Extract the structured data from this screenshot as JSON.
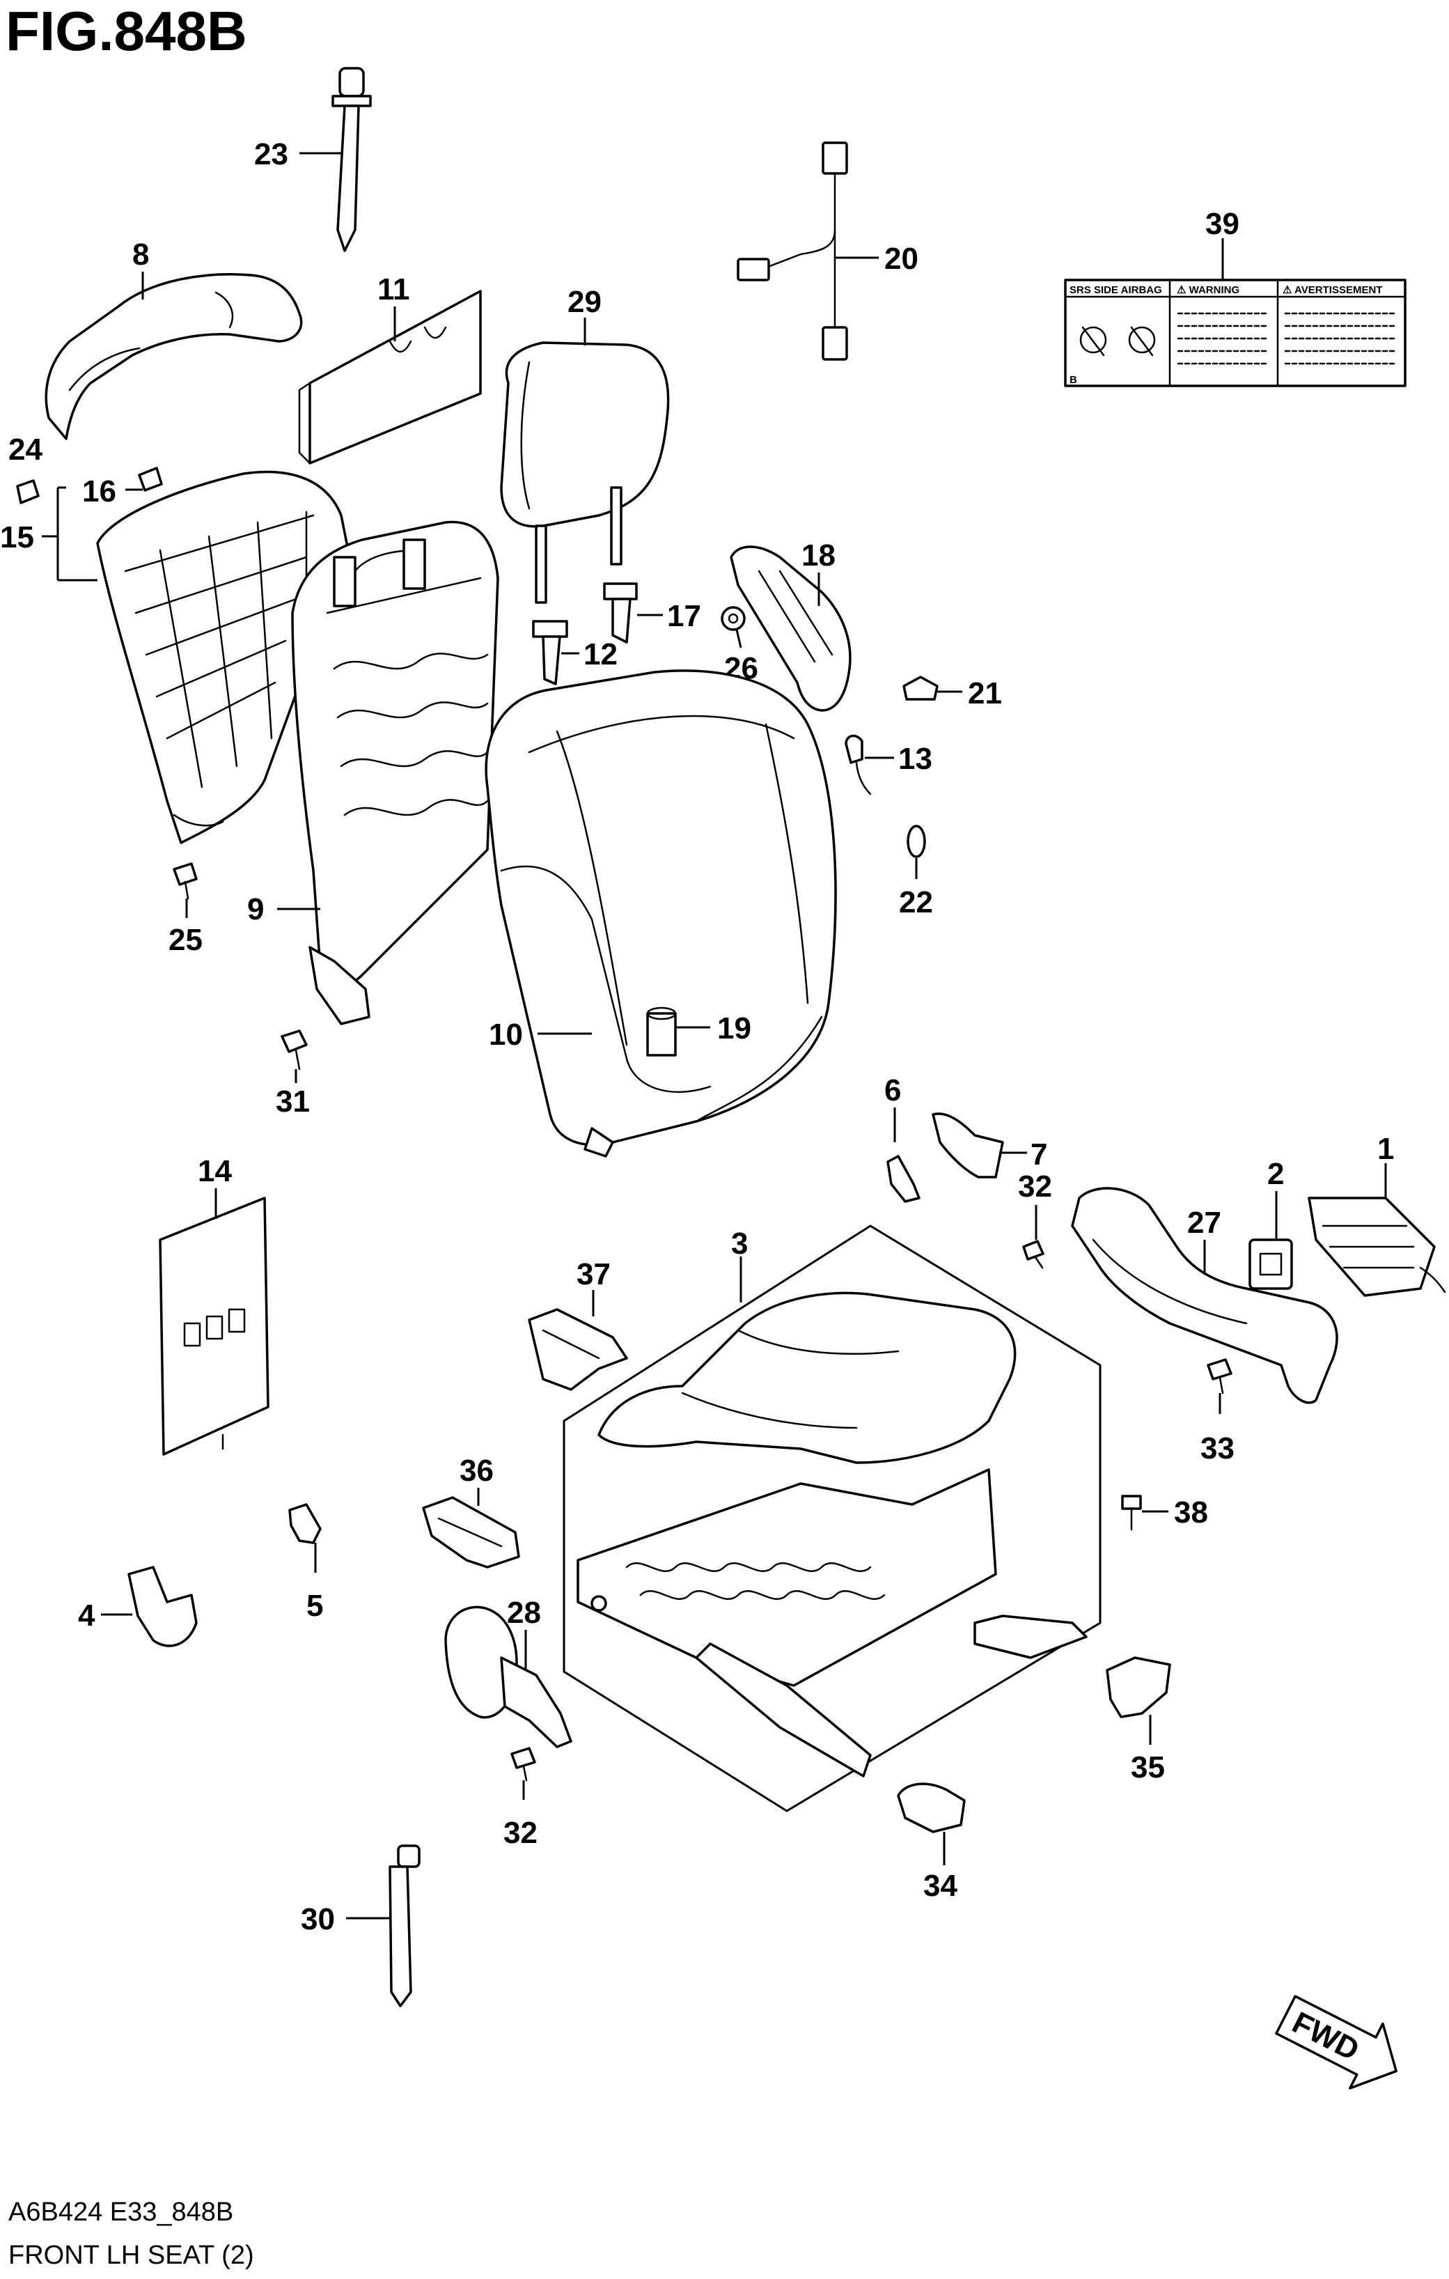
{
  "figure": {
    "title": "FIG.848B",
    "code": "A6B424 E33_848B",
    "caption": "FRONT LH SEAT (2)",
    "fwd_label": "FWD"
  },
  "label_39": {
    "srs_header": "SRS SIDE AIRBAG",
    "warning_header": "⚠ WARNING",
    "avertissement_header": "⚠ AVERTISSEMENT",
    "corner_mark": "B"
  },
  "callouts": {
    "c1": "1",
    "c2": "2",
    "c3": "3",
    "c4": "4",
    "c5": "5",
    "c6": "6",
    "c7": "7",
    "c8": "8",
    "c9": "9",
    "c10": "10",
    "c11": "11",
    "c12": "12",
    "c13": "13",
    "c14": "14",
    "c15": "15",
    "c16": "16",
    "c17": "17",
    "c18": "18",
    "c19": "19",
    "c20": "20",
    "c21": "21",
    "c22": "22",
    "c23": "23",
    "c24": "24",
    "c25": "25",
    "c26": "26",
    "c27": "27",
    "c28": "28",
    "c29": "29",
    "c30": "30",
    "c31": "31",
    "c32a": "32",
    "c32b": "32",
    "c33": "33",
    "c34": "34",
    "c35": "35",
    "c36": "36",
    "c37": "37",
    "c38": "38",
    "c39": "39"
  }
}
